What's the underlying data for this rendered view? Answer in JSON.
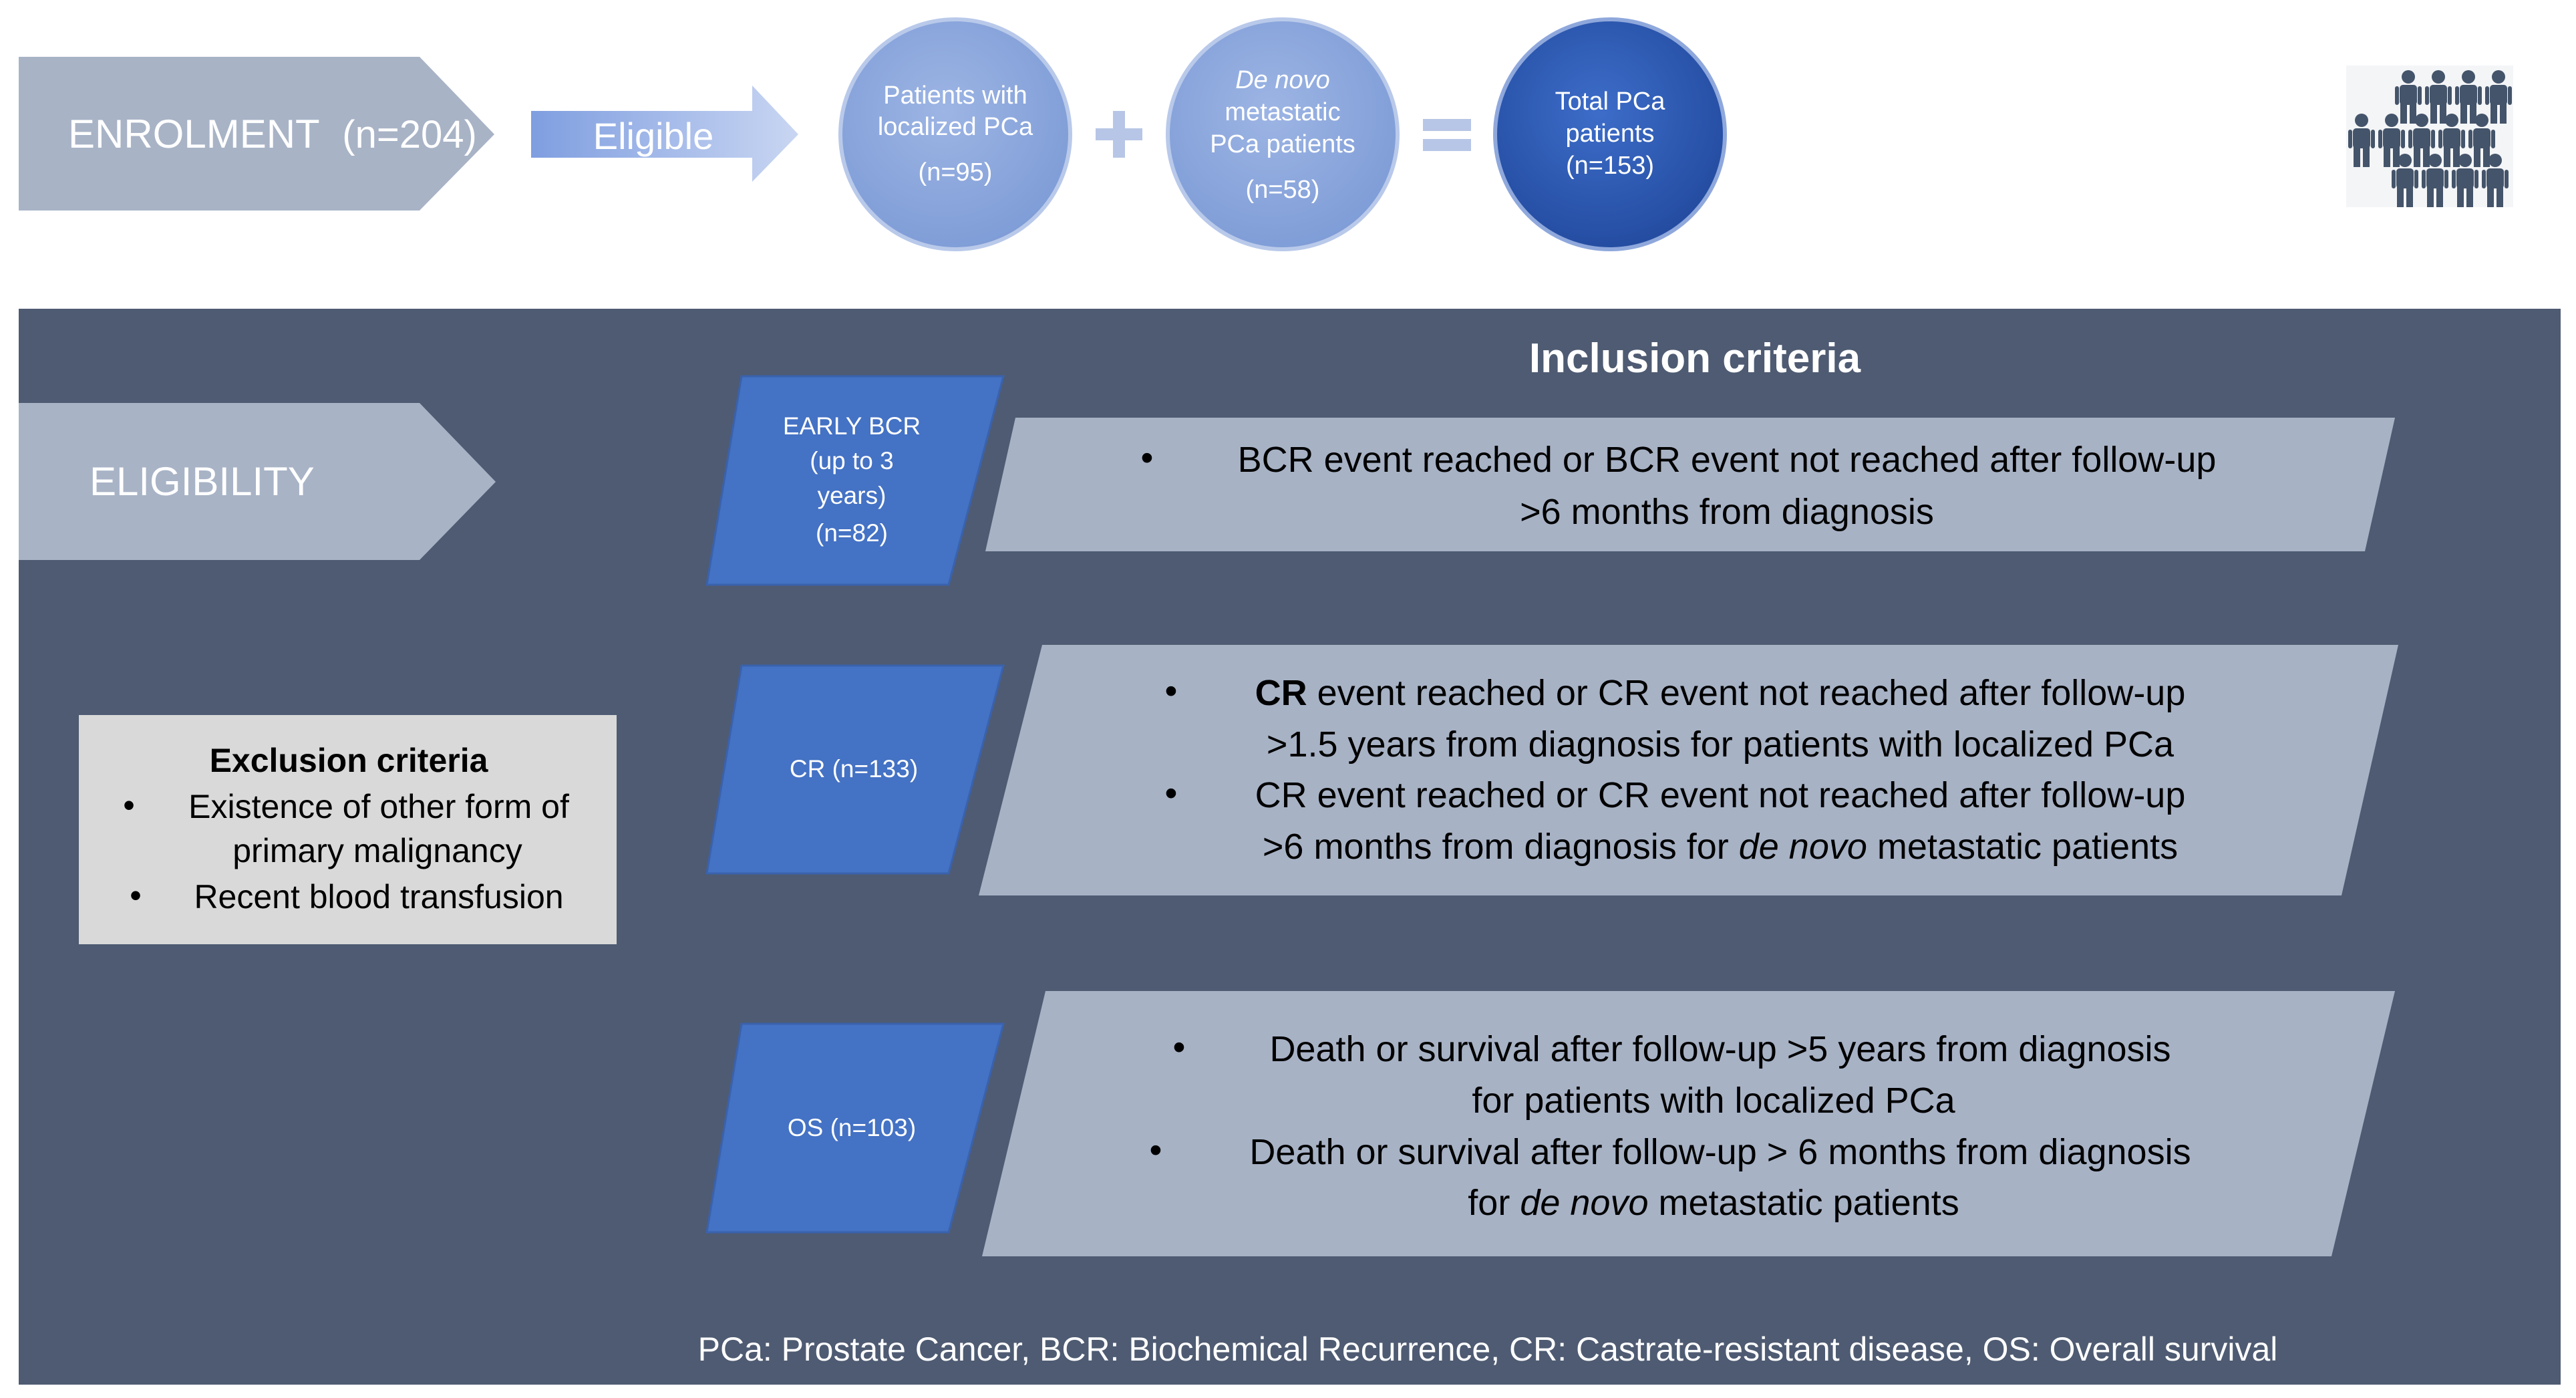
{
  "enrolment": {
    "label": "ENROLMENT",
    "count": "(n=204)"
  },
  "eligible_arrow": {
    "label": "Eligible"
  },
  "circles": {
    "localized": {
      "line1": "Patients with",
      "line2": "localized PCa",
      "count": "(n=95)"
    },
    "plus": "+",
    "metastatic": {
      "line1": "De novo",
      "line2": "metastatic",
      "line3": "PCa patients",
      "count": "(n=58)"
    },
    "equals": "=",
    "total": {
      "line1": "Total PCa",
      "line2": "patients",
      "count": "(n=153)"
    }
  },
  "people_icon": "people-group-icon",
  "eligibility": {
    "label": "ELIGIBILITY"
  },
  "inclusion_title": "Inclusion criteria",
  "endpoints": [
    {
      "label_lines": [
        "EARLY BCR",
        "(up to 3",
        "years)",
        "(n=82)"
      ],
      "criteria_lines": [
        {
          "bullet": "•",
          "pre": "BCR event reached or BCR event not reached after follow-up",
          "italic": "",
          "post": ""
        },
        {
          "bullet": "",
          "pre": ">6 months from diagnosis",
          "italic": "",
          "post": ""
        }
      ]
    },
    {
      "label_lines": [
        "CR (n=133)"
      ],
      "criteria_lines": [
        {
          "bullet": "•",
          "bold": "CR",
          "pre": " event reached or CR event not reached after follow-up",
          "italic": "",
          "post": ""
        },
        {
          "bullet": "",
          "pre": ">1.5 years from diagnosis for patients with localized PCa",
          "italic": "",
          "post": ""
        },
        {
          "bullet": "•",
          "pre": "CR event reached or CR event not reached after follow-up",
          "italic": "",
          "post": ""
        },
        {
          "bullet": "",
          "pre": ">6 months from diagnosis for ",
          "italic": "de novo",
          "post": " metastatic patients"
        }
      ]
    },
    {
      "label_lines": [
        "OS (n=103)"
      ],
      "criteria_lines": [
        {
          "bullet": "•",
          "pre": "Death or survival after follow-up >5 years from diagnosis",
          "italic": "",
          "post": ""
        },
        {
          "bullet": "",
          "pre": "for patients with localized PCa",
          "italic": "",
          "post": ""
        },
        {
          "bullet": "•",
          "pre": "Death or survival after follow-up > 6 months from diagnosis",
          "italic": "",
          "post": ""
        },
        {
          "bullet": "",
          "pre": "for ",
          "italic": "de novo",
          "post": " metastatic patients"
        }
      ]
    }
  ],
  "exclusion": {
    "title": "Exclusion criteria",
    "items": [
      {
        "bullet": "•",
        "lines": [
          "Existence of other form of",
          "primary malignancy"
        ]
      },
      {
        "bullet": "•",
        "lines": [
          "Recent blood transfusion"
        ]
      }
    ]
  },
  "footnote": "PCa: Prostate Cancer, BCR: Biochemical Recurrence, CR: Castrate-resistant disease, OS: Overall survival",
  "colors": {
    "panel": "#4e5b72",
    "light_arrow": "#a8b3c6",
    "criteria_box": "#a7b2c5",
    "endpoint_box": "#4472c4",
    "exclusion_box": "#d9d9d9",
    "circle_light": "#8faadc",
    "circle_dark": "#2f5bb8",
    "icon": "#44546a"
  }
}
